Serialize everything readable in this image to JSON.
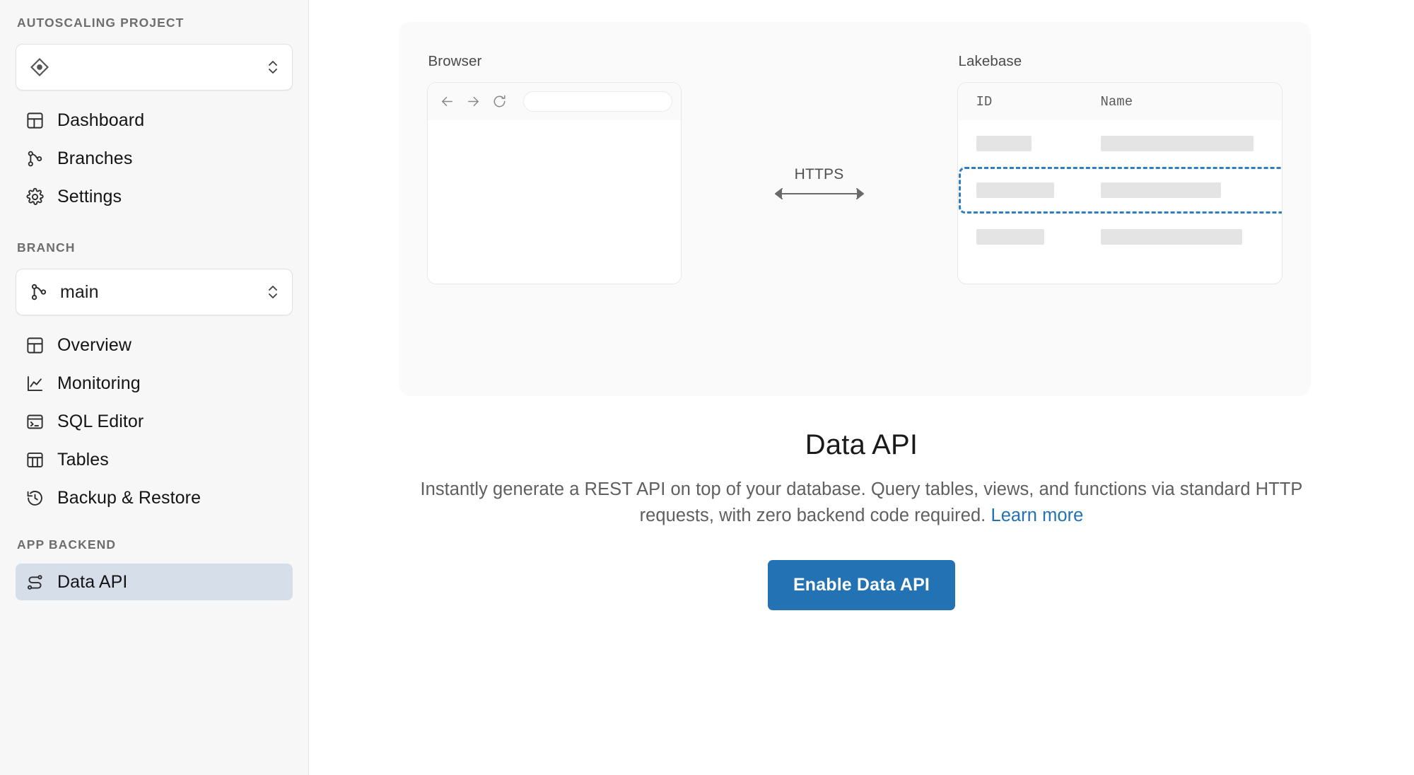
{
  "sidebar": {
    "project_section_label": "AUTOSCALING PROJECT",
    "project_selector": {
      "name_value": "",
      "icon": "project-diamond-icon",
      "chevron": "chevron-updown-icon"
    },
    "project_nav": [
      {
        "label": "Dashboard",
        "icon": "dashboard-grid-icon"
      },
      {
        "label": "Branches",
        "icon": "git-branch-icon"
      },
      {
        "label": "Settings",
        "icon": "gear-icon"
      }
    ],
    "branch_section_label": "BRANCH",
    "branch_selector": {
      "value": "main",
      "icon": "git-branch-icon",
      "chevron": "chevron-updown-icon"
    },
    "branch_nav": [
      {
        "label": "Overview",
        "icon": "dashboard-grid-icon"
      },
      {
        "label": "Monitoring",
        "icon": "line-chart-icon"
      },
      {
        "label": "SQL Editor",
        "icon": "terminal-icon"
      },
      {
        "label": "Tables",
        "icon": "table-icon"
      },
      {
        "label": "Backup & Restore",
        "icon": "history-clock-icon"
      }
    ],
    "app_backend_section_label": "APP BACKEND",
    "app_backend_nav": [
      {
        "label": "Data API",
        "icon": "data-api-flow-icon",
        "active": true
      }
    ]
  },
  "main": {
    "illustration": {
      "browser_label": "Browser",
      "lakebase_label": "Lakebase",
      "connector_label": "HTTPS",
      "browser_icons": [
        "back-arrow-icon",
        "forward-arrow-icon",
        "reload-icon"
      ],
      "table": {
        "columns": [
          "ID",
          "Name"
        ],
        "rows": [
          {
            "highlighted": false
          },
          {
            "highlighted": true
          },
          {
            "highlighted": false
          }
        ]
      }
    },
    "title": "Data API",
    "description_text": "Instantly generate a REST API on top of your database. Query tables, views, and functions via standard HTTP requests, with zero backend code required. ",
    "learn_more_label": "Learn more",
    "enable_button_label": "Enable Data API"
  },
  "colors": {
    "accent_blue": "#2272b4",
    "highlight_dashed": "#2f7dc4",
    "active_nav_bg": "#d6deea",
    "sidebar_bg": "#f7f7f7",
    "panel_bg": "#fafafa"
  }
}
